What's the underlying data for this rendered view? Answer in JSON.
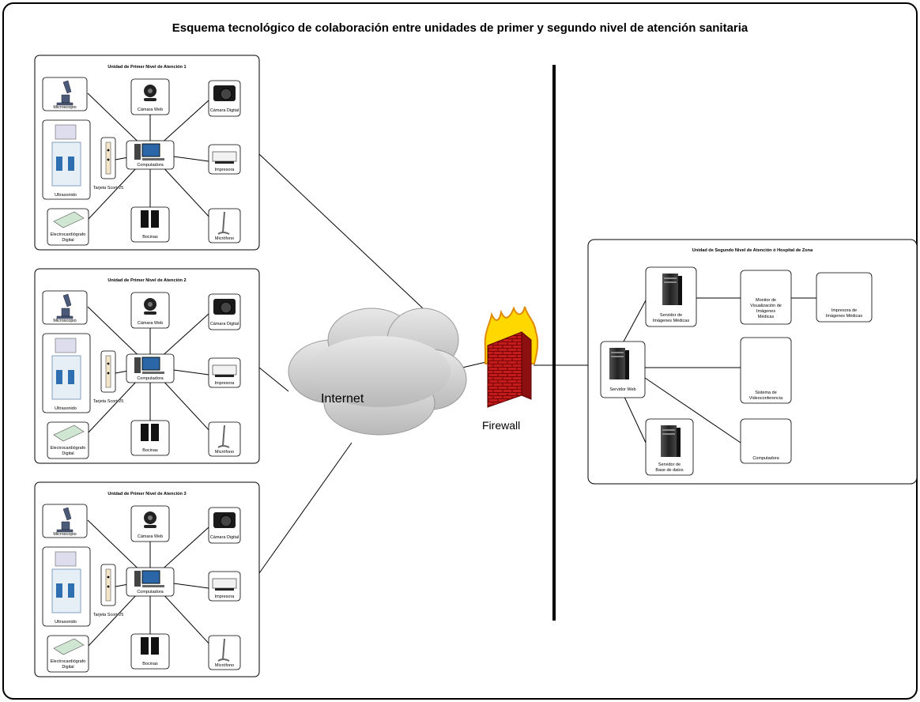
{
  "title": "Esquema tecnológico de colaboración entre unidades de primer y segundo nivel de atención sanitaria",
  "units": [
    {
      "title": "Unidad de Primer Nivel de Atención 1"
    },
    {
      "title": "Unidad de Primer Nivel de Atención 2"
    },
    {
      "title": "Unidad de Primer Nivel de Atención 3"
    }
  ],
  "unit_devices": {
    "microscope": "Microscopio",
    "webcam": "Cámara Web",
    "digital_camera": "Cámara Digital",
    "ultrasound": "Ultrasonido",
    "card": "Tarjeta Scort 25",
    "computer": "Computadora",
    "printer": "Impresora",
    "ecg_line1": "Electrocardiógrafo",
    "ecg_line2": "Digital",
    "speakers": "Bocinas",
    "microphone": "Micrófono"
  },
  "internet_label": "Internet",
  "firewall_label": "Firewall",
  "hospital": {
    "title": "Unidad de Segundo Nivel de Atención ó Hospital de Zona",
    "web_server": "Servidor Web",
    "image_server_line1": "Servidor de",
    "image_server_line2": "Imágenes Médicas",
    "db_server_line1": "Servidor de",
    "db_server_line2": "Base de datos",
    "monitor_lines": [
      "Monitor de",
      "Visualización de",
      "Imágenes",
      "Médicas"
    ],
    "printer_line1": "Impresora de",
    "printer_line2": "Imágenes Médicas",
    "video_line1": "Sistema de",
    "video_line2": "Videoconferencia",
    "computer": "Computadora"
  }
}
